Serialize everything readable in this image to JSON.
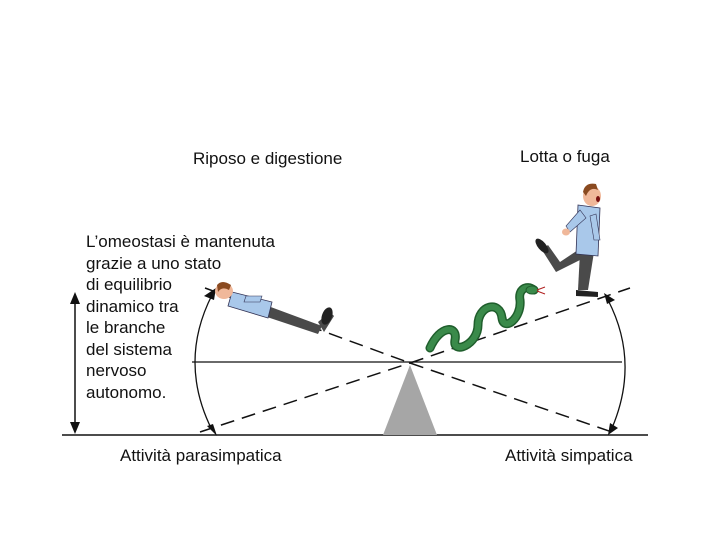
{
  "labels": {
    "rest": "Riposo e digestione",
    "fight": "Lotta o fuga",
    "parasympathetic": "Attività parasimpatica",
    "sympathetic": "Attività simpatica"
  },
  "note_lines": [
    "L’omeostasi è mantenuta",
    "grazie a uno stato",
    "di equilibrio",
    "dinamico tra",
    "le branche",
    "del sistema",
    "nervoso",
    "autonomo."
  ],
  "colors": {
    "line": "#111111",
    "fulcrum": "#a6a6a6",
    "snake": "#3a8a4a",
    "shirt": "#a9c8ea",
    "trousers": "#4a4a4a",
    "hair": "#8a4a20",
    "skin": "#f0b89a"
  }
}
